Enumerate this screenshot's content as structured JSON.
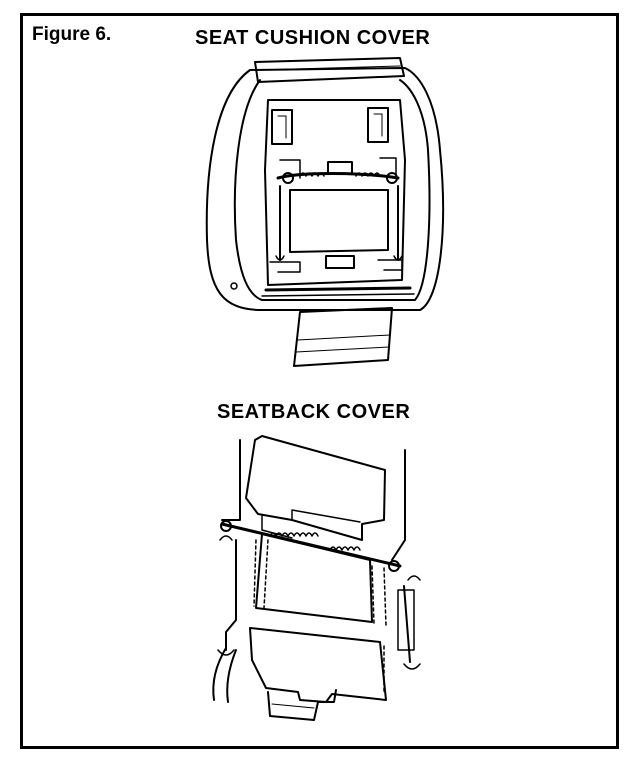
{
  "figure": {
    "label": "Figure 6.",
    "seat_title": "SEAT CUSHION COVER",
    "back_title": "SEATBACK COVER"
  },
  "colors": {
    "ink": "#000000",
    "paper": "#ffffff"
  }
}
